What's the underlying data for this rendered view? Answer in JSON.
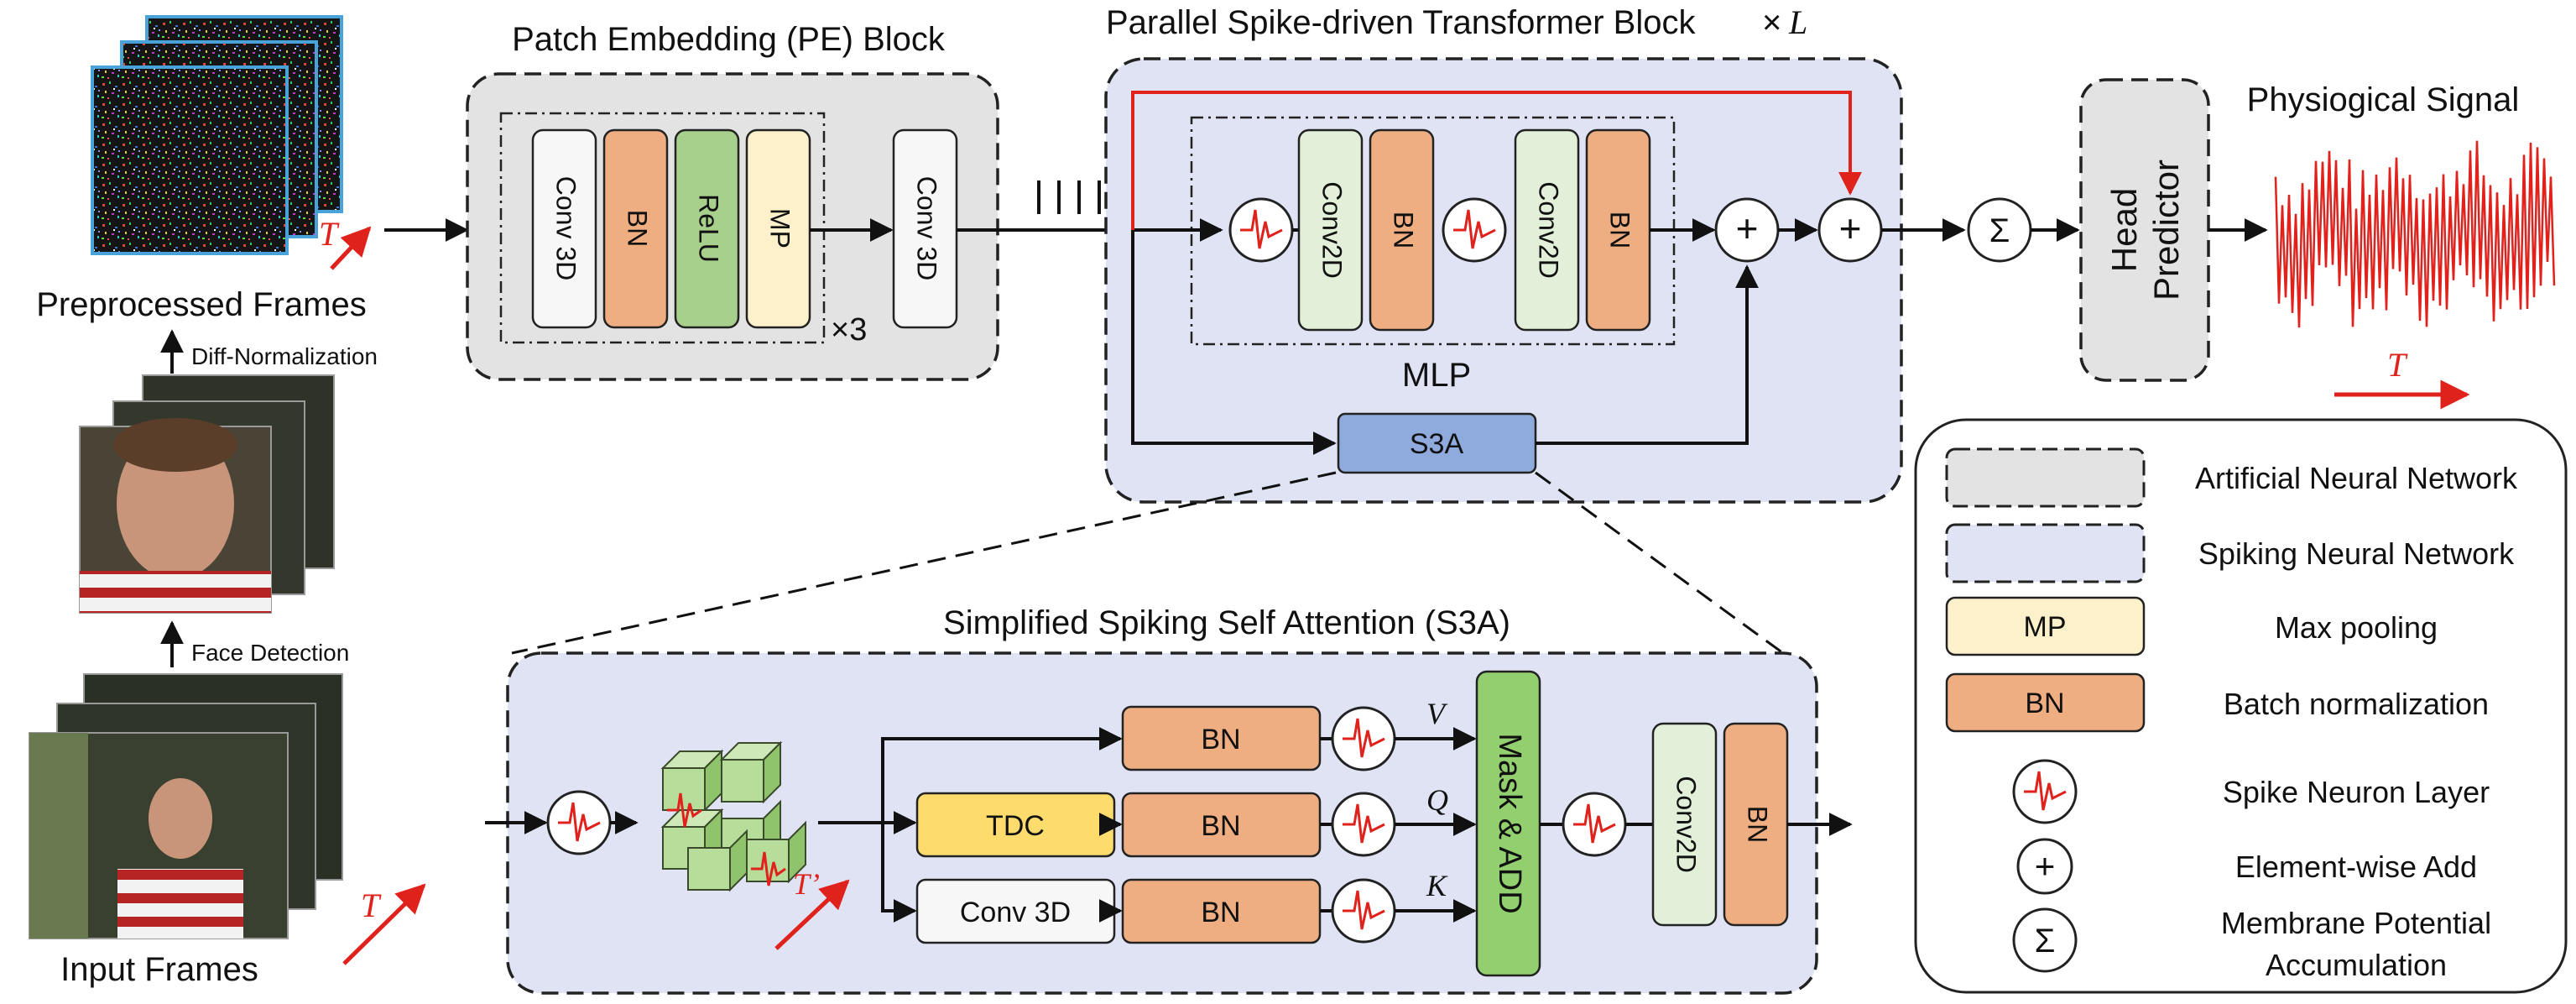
{
  "colors": {
    "ann_bg": "#e3e3e3",
    "snn_bg": "#dfe3f3",
    "bn": "#eeae82",
    "relu": "#a8d08d",
    "mp": "#fdf1cc",
    "conv_white": "#f7f7f7",
    "conv2d": "#e2f0d9",
    "s3a": "#8faadc",
    "tdc": "#fddc6d",
    "mask": "#92cf6e",
    "red": "#e0221d",
    "cube": "#b6dd9a"
  },
  "left_column": {
    "preprocessed_label": "Preprocessed Frames",
    "diff_norm_label": "Diff-Normalization",
    "face_detection_label": "Face Detection",
    "input_label": "Input Frames",
    "t_symbol": "T"
  },
  "pe_block": {
    "title": "Patch Embedding (PE) Block",
    "modules": [
      "Conv 3D",
      "BN",
      "ReLU",
      "MP"
    ],
    "repeat_label": "×3",
    "conv_after": "Conv 3D"
  },
  "transformer_block": {
    "title": "Parallel Spike-driven Transformer Block",
    "times": "×",
    "L": "L",
    "mlp_label": "MLP",
    "mlp_modules": [
      "Conv2D",
      "BN",
      "Conv2D",
      "BN"
    ],
    "s3a_label": "S3A"
  },
  "head": {
    "line1": "Head",
    "line2": "Predictor",
    "sigma": "Σ",
    "plus": "+"
  },
  "signal": {
    "title": "Physiogical Signal",
    "t_symbol": "T"
  },
  "s3a_detail": {
    "title": "Simplified Spiking Self Attention (S3A)",
    "tdc_label": "TDC",
    "conv3d_label": "Conv 3D",
    "bn_label": "BN",
    "v": "V",
    "q": "Q",
    "k": "K",
    "mask_label": "Mask & ADD",
    "conv2d_label": "Conv2D",
    "t_prime": "T’"
  },
  "legend": {
    "ann": "Artificial Neural Network",
    "snn": "Spiking Neural Network",
    "mp_box": "MP",
    "mp_desc": "Max pooling",
    "bn_box": "BN",
    "bn_desc": "Batch normalization",
    "spike_desc": "Spike Neuron Layer",
    "add_desc": "Element-wise Add",
    "mpa_line1": "Membrane Potential",
    "mpa_line2": "Accumulation",
    "sigma": "Σ",
    "plus": "+"
  }
}
